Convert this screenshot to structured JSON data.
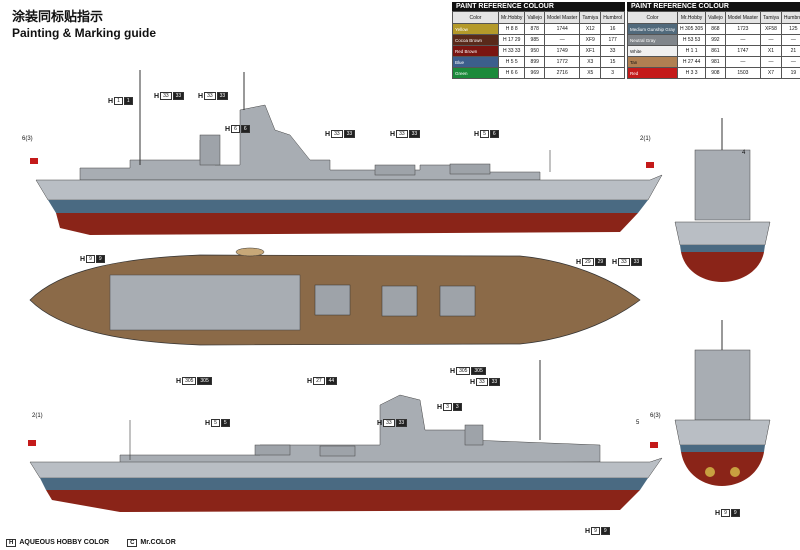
{
  "title": {
    "cn": "涂装同标贴指示",
    "en": "Painting & Marking guide"
  },
  "legend": {
    "h_label": "H",
    "h_text": "AQUEOUS HOBBY COLOR",
    "c_label": "C",
    "c_text": "Mr.COLOR"
  },
  "paint_tables": [
    {
      "caption": "PAINT REFERENCE COLOUR",
      "headers": [
        "Color",
        "Mr.Hobby",
        "Vallejo",
        "Model Master",
        "Tamiya",
        "Humbrol"
      ],
      "rows": [
        {
          "name": "Yellow",
          "hex": "#b49a2a",
          "h": "H 8 8",
          "vallejo": "878",
          "mm": "1744",
          "tamiya": "X12",
          "humbrol": "16"
        },
        {
          "name": "Cocoa Brown",
          "hex": "#5a2a1a",
          "h": "H 17 29",
          "vallejo": "985",
          "mm": "—",
          "tamiya": "XF9",
          "humbrol": "177"
        },
        {
          "name": "Red Brown",
          "hex": "#7a1510",
          "h": "H 33 33",
          "vallejo": "950",
          "mm": "1749",
          "tamiya": "XF1",
          "humbrol": "33"
        },
        {
          "name": "Blue",
          "hex": "#3c5e8c",
          "h": "H 5 5",
          "vallejo": "899",
          "mm": "1772",
          "tamiya": "X3",
          "humbrol": "15"
        },
        {
          "name": "Green",
          "hex": "#1b8a3a",
          "h": "H 6 6",
          "vallejo": "969",
          "mm": "2716",
          "tamiya": "X5",
          "humbrol": "3"
        }
      ]
    },
    {
      "caption": "PAINT REFERENCE COLOUR",
      "headers": [
        "Color",
        "Mr.Hobby",
        "Vallejo",
        "Model Master",
        "Tamiya",
        "Humbrol"
      ],
      "rows": [
        {
          "name": "Medium Gunship Gray",
          "hex": "#516a7c",
          "h": "H 305 305",
          "vallejo": "868",
          "mm": "1723",
          "tamiya": "XF58",
          "humbrol": "125"
        },
        {
          "name": "Neutral Gray",
          "hex": "#80858a",
          "h": "H 53 53",
          "vallejo": "992",
          "mm": "—",
          "tamiya": "—",
          "humbrol": "—"
        },
        {
          "name": "White",
          "hex": "#f0f0f0",
          "h": "H 1 1",
          "vallejo": "861",
          "mm": "1747",
          "tamiya": "X1",
          "humbrol": "21"
        },
        {
          "name": "Tan",
          "hex": "#b08052",
          "h": "H 27 44",
          "vallejo": "981",
          "mm": "—",
          "tamiya": "—",
          "humbrol": "—"
        },
        {
          "name": "Red",
          "hex": "#c41a1a",
          "h": "H 3 3",
          "vallejo": "908",
          "mm": "1503",
          "tamiya": "X7",
          "humbrol": "19"
        }
      ]
    }
  ],
  "callouts": [
    {
      "id": "c1",
      "a": "1",
      "b": "1"
    },
    {
      "id": "c2",
      "a": "33",
      "b": "33"
    },
    {
      "id": "c3",
      "a": "33",
      "b": "33"
    },
    {
      "id": "c4",
      "a": "6",
      "b": "6"
    },
    {
      "id": "c5",
      "a": "33",
      "b": "33"
    },
    {
      "id": "c6",
      "a": "33",
      "b": "33"
    },
    {
      "id": "c7",
      "a": "5",
      "b": "6"
    },
    {
      "id": "c8",
      "a": "9",
      "b": "9"
    },
    {
      "id": "c9",
      "a": "29",
      "b": "29"
    },
    {
      "id": "c10",
      "a": "33",
      "b": "33"
    },
    {
      "id": "c11",
      "a": "305",
      "b": "305"
    },
    {
      "id": "c12",
      "a": "27",
      "b": "44"
    },
    {
      "id": "c13",
      "a": "305",
      "b": "305"
    },
    {
      "id": "c14",
      "a": "33",
      "b": "33"
    },
    {
      "id": "c15",
      "a": "3",
      "b": "3"
    },
    {
      "id": "c16",
      "a": "5",
      "b": "5"
    },
    {
      "id": "c17",
      "a": "33",
      "b": "33"
    },
    {
      "id": "c18",
      "a": "9",
      "b": "9"
    },
    {
      "id": "c19",
      "a": "9",
      "b": "9"
    }
  ],
  "marks": {
    "m1": "6(3)",
    "m2": "2(1)",
    "m3": "4",
    "m4": "2(1)",
    "m5": "6(3)",
    "m6": "5"
  },
  "colors": {
    "hull_gray": "#b9bec4",
    "boot_blue": "#4a6a82",
    "hull_red": "#8a2418",
    "deck_wood": "#8b6a48",
    "upper_gray": "#a8adb3"
  }
}
